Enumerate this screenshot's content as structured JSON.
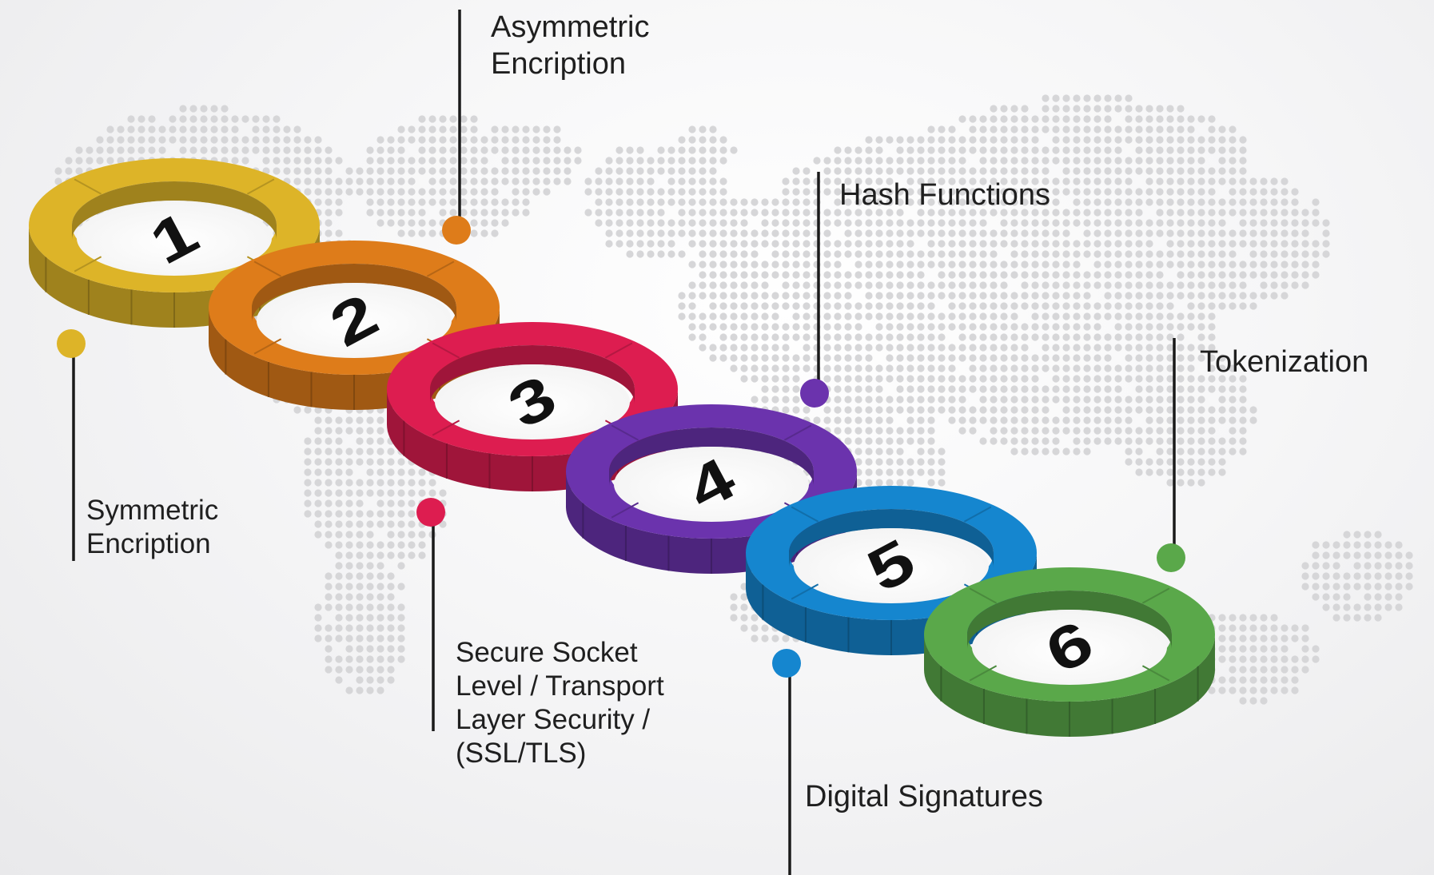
{
  "colors": {
    "step1": "#ddb428",
    "step2": "#de7c1a",
    "step3": "#dd1d50",
    "step4": "#6b33ad",
    "step5": "#1586cf",
    "step6": "#5aa84a",
    "map_dots": "#d6d6d8",
    "text": "#1f1f1f",
    "connector": "#1a1a1a"
  },
  "steps": [
    {
      "number": "1",
      "color_key": "step1",
      "dot_icon": "marker-dot-icon",
      "label_lines": [
        "Symmetric",
        "Encription"
      ]
    },
    {
      "number": "2",
      "color_key": "step2",
      "dot_icon": "marker-dot-icon",
      "label_lines": [
        "Asymmetric",
        "Encription"
      ]
    },
    {
      "number": "3",
      "color_key": "step3",
      "dot_icon": "marker-dot-icon",
      "label_lines": [
        "Secure Socket",
        "Level / Transport",
        "Layer Security /",
        "(SSL/TLS)"
      ]
    },
    {
      "number": "4",
      "color_key": "step4",
      "dot_icon": "marker-dot-icon",
      "label_lines": [
        "Hash Functions"
      ]
    },
    {
      "number": "5",
      "color_key": "step5",
      "dot_icon": "marker-dot-icon",
      "label_lines": [
        "Digital Signatures"
      ]
    },
    {
      "number": "6",
      "color_key": "step6",
      "dot_icon": "marker-dot-icon",
      "label_lines": [
        "Tokenization"
      ]
    }
  ],
  "background_icon": "world-map-dots-icon"
}
